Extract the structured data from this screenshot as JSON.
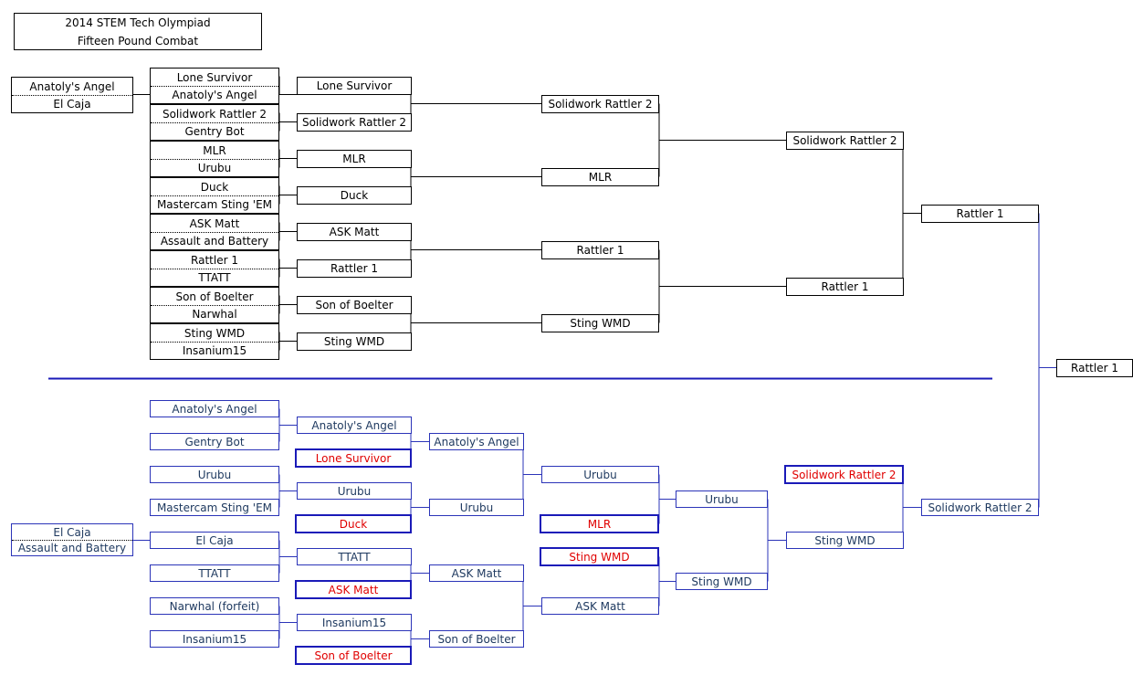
{
  "title": {
    "line1": "2014 STEM Tech Olympiad",
    "line2": "Fifteen Pound Combat"
  },
  "colors": {
    "winners_line": "#000000",
    "losers_line": "#2b34b8",
    "divider": "#1a1ab8",
    "eliminated_text": "#e00000"
  },
  "winners": {
    "prelim": {
      "a": "Anatoly's Angel",
      "b": "El Caja"
    },
    "r1": [
      {
        "a": "Lone Survivor",
        "b": "Anatoly's Angel"
      },
      {
        "a": "Solidwork Rattler 2",
        "b": "Gentry Bot"
      },
      {
        "a": "MLR",
        "b": "Urubu"
      },
      {
        "a": "Duck",
        "b": "Mastercam Sting 'EM"
      },
      {
        "a": "ASK Matt",
        "b": "Assault and Battery"
      },
      {
        "a": "Rattler 1",
        "b": "TTATT"
      },
      {
        "a": "Son of Boelter",
        "b": "Narwhal"
      },
      {
        "a": "Sting WMD",
        "b": "Insanium15"
      }
    ],
    "r2": [
      "Lone Survivor",
      "Solidwork Rattler 2",
      "MLR",
      "Duck",
      "ASK Matt",
      "Rattler 1",
      "Son of Boelter",
      "Sting WMD"
    ],
    "r3": [
      "Solidwork Rattler 2",
      "MLR",
      "Rattler 1",
      "Sting WMD"
    ],
    "r4": [
      "Solidwork Rattler 2",
      "Rattler 1"
    ],
    "champion": "Rattler 1"
  },
  "final": {
    "winner": "Rattler 1"
  },
  "losers": {
    "prelim": {
      "a": "El Caja",
      "b": "Assault and Battery"
    },
    "r1": [
      "Anatoly's Angel",
      "Gentry Bot",
      "Urubu",
      "Mastercam Sting 'EM",
      "El Caja",
      "TTATT",
      "Narwhal (forfeit)",
      "Insanium15"
    ],
    "r2": [
      "Anatoly's Angel",
      "Urubu",
      "TTATT",
      "Insanium15"
    ],
    "r2_drop": [
      "Lone Survivor",
      "Duck",
      "ASK Matt",
      "Son of Boelter"
    ],
    "r3": [
      "Anatoly's Angel",
      "Urubu",
      "ASK Matt",
      "Son of Boelter"
    ],
    "r4": [
      "Urubu",
      "ASK Matt"
    ],
    "r4_drop": [
      "MLR",
      "Sting WMD"
    ],
    "r5": [
      "Urubu",
      "Sting WMD"
    ],
    "r6": "Sting WMD",
    "r6_drop": "Solidwork Rattler 2",
    "champion": "Solidwork Rattler 2"
  }
}
